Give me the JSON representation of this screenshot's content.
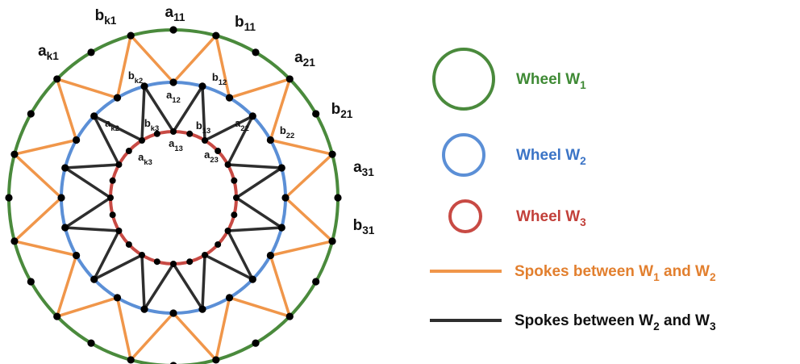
{
  "colors": {
    "wheel1": "#4a8a3c",
    "wheel2": "#5b8fd6",
    "wheel3": "#c84a44",
    "spokes12": "#f0964a",
    "spokes23": "#2e2e2e",
    "vertex": "#000000"
  },
  "labels": {
    "a11": {
      "base": "a",
      "sub": "11"
    },
    "b11": {
      "base": "b",
      "sub": "11"
    },
    "a21": {
      "base": "a",
      "sub": "21"
    },
    "b21": {
      "base": "b",
      "sub": "21"
    },
    "a31": {
      "base": "a",
      "sub": "31"
    },
    "b31": {
      "base": "b",
      "sub": "31"
    },
    "bk1": {
      "base": "b",
      "sub": "k1"
    },
    "ak1": {
      "base": "a",
      "sub": "k1"
    },
    "a12": {
      "base": "a",
      "sub": "12"
    },
    "b12": {
      "base": "b",
      "sub": "12"
    },
    "a22": {
      "base": "a",
      "sub": "22"
    },
    "b22": {
      "base": "b",
      "sub": "22"
    },
    "bk2": {
      "base": "b",
      "sub": "k2"
    },
    "ak2": {
      "base": "a",
      "sub": "k2"
    },
    "a13": {
      "base": "a",
      "sub": "13"
    },
    "b13": {
      "base": "b",
      "sub": "13"
    },
    "a23": {
      "base": "a",
      "sub": "23"
    },
    "bk3": {
      "base": "b",
      "sub": "k3"
    },
    "ak3": {
      "base": "a",
      "sub": "k3"
    }
  },
  "legend": [
    {
      "key": "wheel1",
      "kind": "circle",
      "text": "Wheel W",
      "sub": "1",
      "color": "#4a8a3c",
      "text_color": "#3f8a35"
    },
    {
      "key": "wheel2",
      "kind": "circle",
      "text": "Wheel W",
      "sub": "2",
      "color": "#5b8fd6",
      "text_color": "#3b74c6"
    },
    {
      "key": "wheel3",
      "kind": "circle",
      "text": "Wheel W",
      "sub": "3",
      "color": "#c84a44",
      "text_color": "#c2403a"
    },
    {
      "key": "spokes12",
      "kind": "line",
      "text": "Spokes between W",
      "sub": "1",
      "text2": " and W",
      "sub2": "2",
      "color": "#f0964a",
      "text_color": "#e27f2e"
    },
    {
      "key": "spokes23",
      "kind": "line",
      "text": "Spokes between W",
      "sub": "2",
      "text2": " and W",
      "sub2": "3",
      "color": "#2e2e2e",
      "text_color": "#111111"
    }
  ]
}
